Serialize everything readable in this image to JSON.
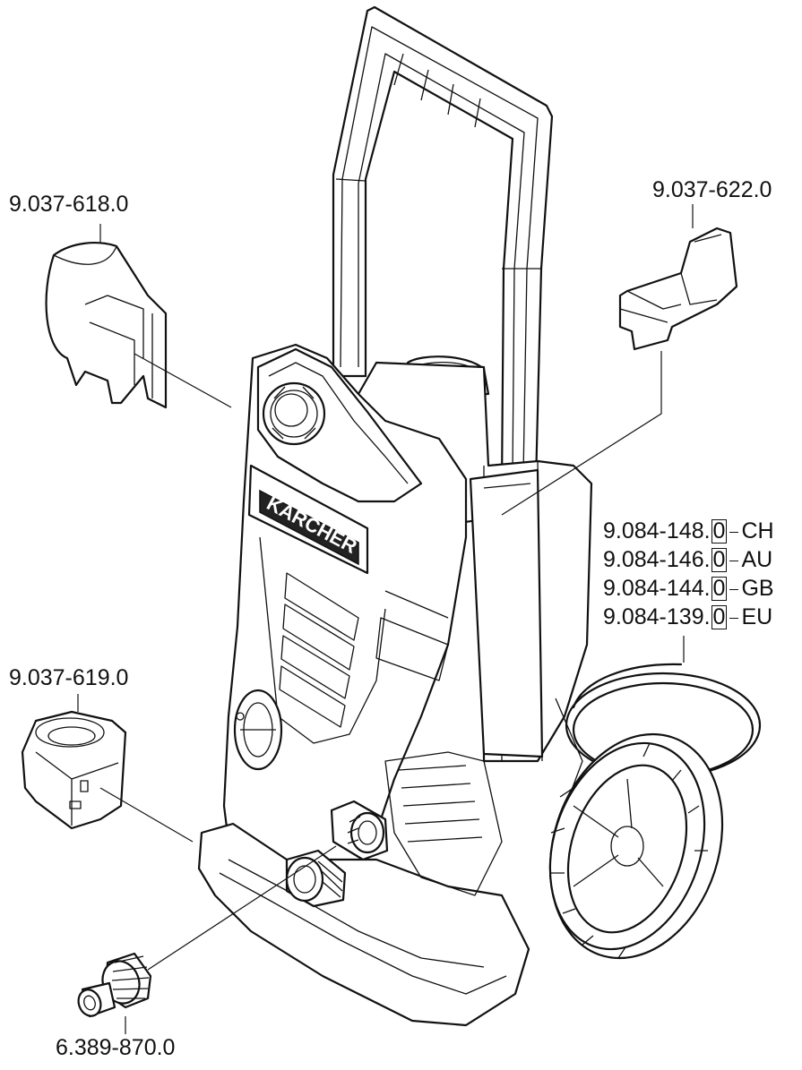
{
  "parts": {
    "holder_top_left": "9.037-618.0",
    "holder_top_right": "9.037-622.0",
    "holder_mid_left": "9.037-619.0",
    "adapter_bottom": "6.389-870.0"
  },
  "variants": [
    {
      "part": "9.084-148.",
      "suffix": "0",
      "country": "CH"
    },
    {
      "part": "9.084-146.",
      "suffix": "0",
      "country": "AU"
    },
    {
      "part": "9.084-144.",
      "suffix": "0",
      "country": "GB"
    },
    {
      "part": "9.084-139.",
      "suffix": "0",
      "country": "EU"
    }
  ],
  "brand": {
    "logo_text": "KÄRCHER"
  }
}
